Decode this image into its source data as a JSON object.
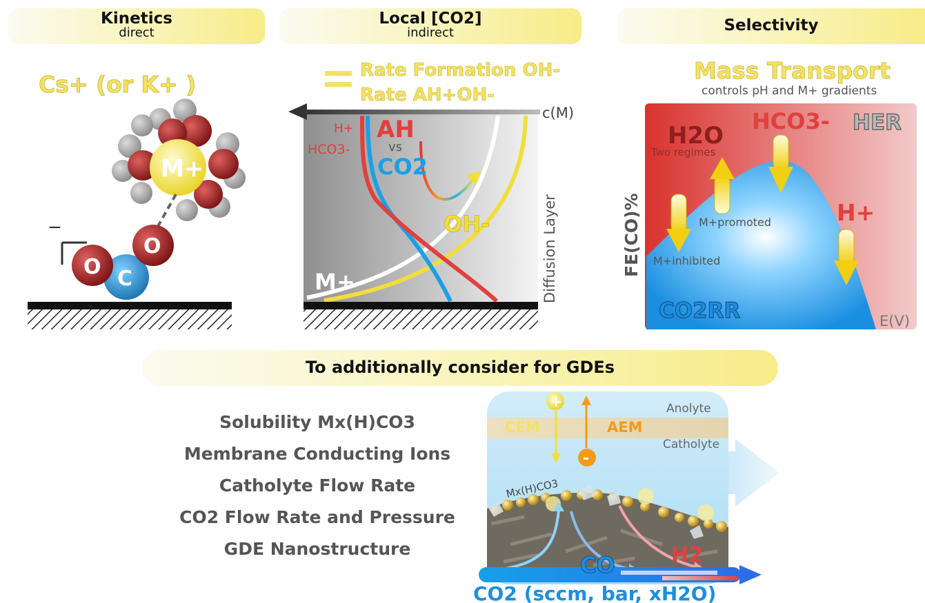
{
  "banners": {
    "kinetics": {
      "title": "Kinetics",
      "sub": "direct"
    },
    "local": {
      "title": "Local [CO2]",
      "sub": "indirect"
    },
    "selectivity": {
      "title": "Selectivity"
    },
    "gde": {
      "title": "To additionally consider for GDEs"
    }
  },
  "kinetics": {
    "cation_label": "Cs+ (or K+ )",
    "metal": "M+",
    "atom_o1": "O",
    "atom_o2": "O",
    "atom_c": "C"
  },
  "local": {
    "equation_top": "Rate Formation OH-",
    "equation_bottom": "Rate AH+OH-",
    "axis_label": "c(M)",
    "h_plus": "H+",
    "hco3": "HCO3-",
    "ah": "AH",
    "vs": "vs",
    "co2": "CO2",
    "oh": "OH-",
    "m_plus": "M+",
    "diffusion": "Diffusion Layer"
  },
  "selectivity": {
    "mass_transport": "Mass Transport",
    "subtitle": "controls pH and M+ gradients",
    "h2o": "H2O",
    "two_regimes": "Two regimes",
    "hco3": "HCO3-",
    "her": "HER",
    "fe_axis": "FE(CO)%",
    "promoted": "M+promoted",
    "inhibited": "M+inhibited",
    "h_plus": "H+",
    "co2rr": "CO2RR",
    "e_axis": "E(V)"
  },
  "considerations": [
    "Solubility Mx(H)CO3",
    "Membrane Conducting Ions",
    "Catholyte Flow Rate",
    "CO2 Flow Rate and Pressure",
    "GDE Nanostructure"
  ],
  "gde": {
    "anolyte": "Anolyte",
    "catholyte": "Catholyte",
    "cem": "CEM",
    "aem": "AEM",
    "plus": "+",
    "minus": "-",
    "precipitate": "Mx(H)CO3",
    "co": "CO",
    "h2": "H2",
    "feed": "CO2 (sccm, bar, xH2O)"
  },
  "colors": {
    "yellow": "#f2de3a",
    "red": "#e0403e",
    "blue": "#1aa0e6",
    "dark_red": "#8f1e1e"
  }
}
